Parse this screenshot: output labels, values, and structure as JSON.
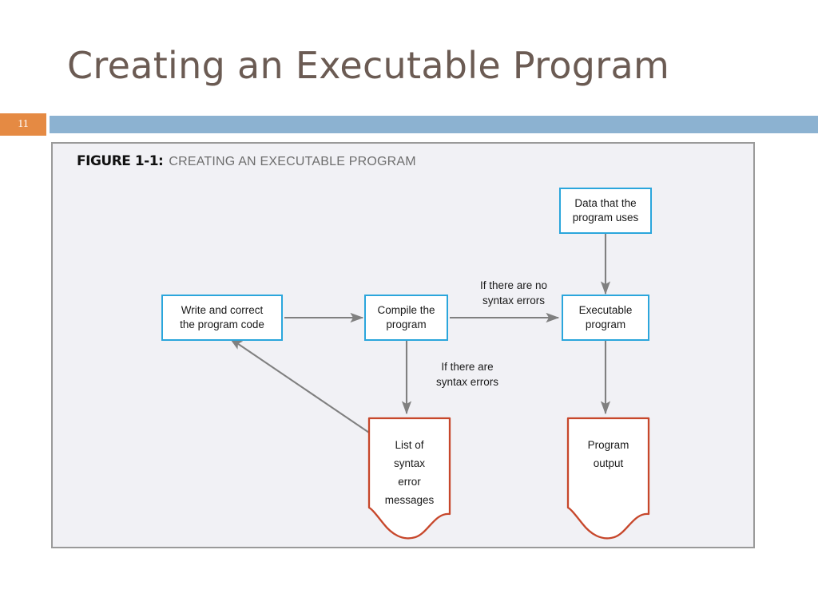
{
  "slide": {
    "title": "Creating an Executable Program",
    "number": "11",
    "accent_color": "#8CB2D1",
    "number_badge_color": "#E58A43",
    "title_color": "#6B5B53"
  },
  "figure": {
    "caption_label": "FIGURE 1-1:",
    "caption_text": "CREATING AN EXECUTABLE PROGRAM",
    "background": "#F1F1F5",
    "border_color": "#9A9A9A",
    "process_border_color": "#2BA6DC",
    "document_border_color": "#C7472B",
    "arrow_color": "#808080"
  },
  "diagram": {
    "nodes": [
      {
        "id": "data",
        "label": "Data that the\nprogram uses",
        "shape": "rect"
      },
      {
        "id": "write",
        "label": "Write and correct\nthe program code",
        "shape": "rect"
      },
      {
        "id": "compile",
        "label": "Compile the\nprogram",
        "shape": "rect"
      },
      {
        "id": "executable",
        "label": "Executable\nprogram",
        "shape": "rect"
      },
      {
        "id": "errors",
        "label": "List of\nsyntax\nerror\nmessages",
        "shape": "document"
      },
      {
        "id": "output",
        "label": "Program\noutput",
        "shape": "document"
      }
    ],
    "edges": [
      {
        "from": "write",
        "to": "compile",
        "label": ""
      },
      {
        "from": "compile",
        "to": "executable",
        "label": "If there are no\nsyntax errors"
      },
      {
        "from": "compile",
        "to": "errors",
        "label": "If there are\nsyntax errors"
      },
      {
        "from": "data",
        "to": "executable",
        "label": ""
      },
      {
        "from": "executable",
        "to": "output",
        "label": ""
      },
      {
        "from": "errors",
        "to": "write",
        "label": ""
      }
    ],
    "labels": {
      "no_syntax_errors": "If there are no\nsyntax errors",
      "syntax_errors": "If there are\nsyntax errors"
    }
  }
}
